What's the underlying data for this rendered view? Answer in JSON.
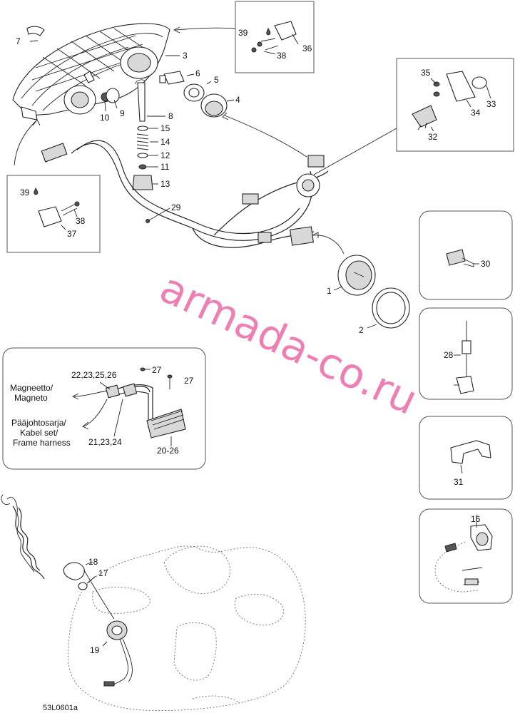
{
  "diagram": {
    "drawing_code": "53L0601a",
    "watermark": "armada-co.ru",
    "part_labels": {
      "p1": "1",
      "p2": "2",
      "p3": "3",
      "p4": "4",
      "p5": "5",
      "p6": "6",
      "p7": "7",
      "p8": "8",
      "p9": "9",
      "p10": "10",
      "p11": "11",
      "p12": "12",
      "p13": "13",
      "p14": "14",
      "p15": "15",
      "p16": "16",
      "p17": "17",
      "p18": "18",
      "p19": "19",
      "p28": "28",
      "p29": "29",
      "p30": "30",
      "p31": "31",
      "p32": "32",
      "p33": "33",
      "p34": "34",
      "p35": "35",
      "p36": "36",
      "p37": "37",
      "p38a": "38",
      "p38b": "38",
      "p39a": "39",
      "p39b": "39"
    },
    "inset": {
      "magneto_label_1": "Magneetto/",
      "magneto_label_2": "Magneto",
      "harness_label_1": "Pääjohtosarja/",
      "harness_label_2": "Kabel set/",
      "harness_label_3": "Frame harness",
      "ref_top": "22,23,25,26",
      "ref_bottom": "21,23,24",
      "ref_screw_1": "27",
      "ref_screw_2": "27",
      "ref_regulator": "20-26"
    }
  }
}
